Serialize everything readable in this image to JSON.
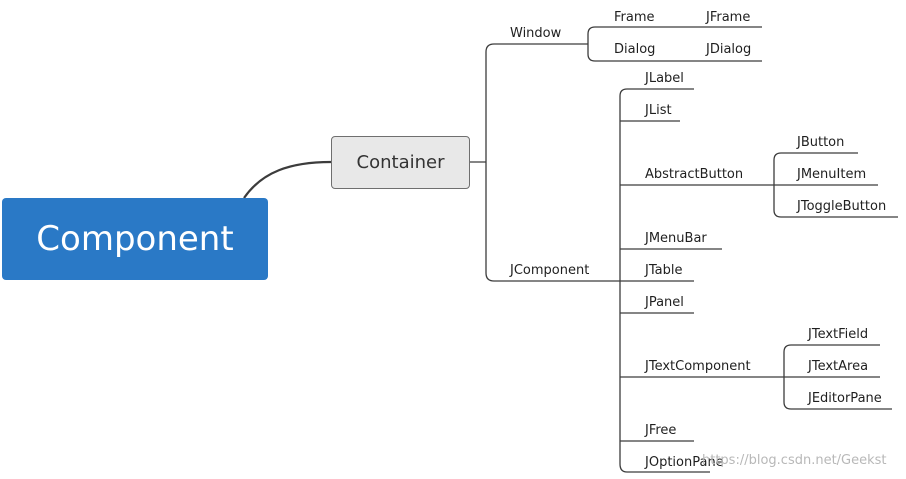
{
  "root": {
    "label": "Component"
  },
  "container": {
    "label": "Container"
  },
  "window": {
    "label": "Window",
    "children": [
      {
        "label": "Frame",
        "swing": "JFrame"
      },
      {
        "label": "Dialog",
        "swing": "JDialog"
      }
    ]
  },
  "jcomponent": {
    "label": "JComponent",
    "children": {
      "jlabel": "JLabel",
      "jlist": "JList",
      "abstractbutton": "AbstractButton",
      "jmenubar": "JMenuBar",
      "jtable": "JTable",
      "jpanel": "JPanel",
      "jtextcomponent": "JTextComponent",
      "jfree": "JFree",
      "joptionpane": "JOptionPane"
    },
    "abstractbutton_children": [
      "JButton",
      "JMenuItem",
      "JToggleButton"
    ],
    "jtextcomponent_children": [
      "JTextField",
      "JTextArea",
      "JEditorPane"
    ]
  },
  "watermark": "https://blog.csdn.net/Geekst",
  "colors": {
    "root_fill": "#2a79c6",
    "box_fill": "#e8e8e8",
    "line": "#3c3c3c"
  }
}
